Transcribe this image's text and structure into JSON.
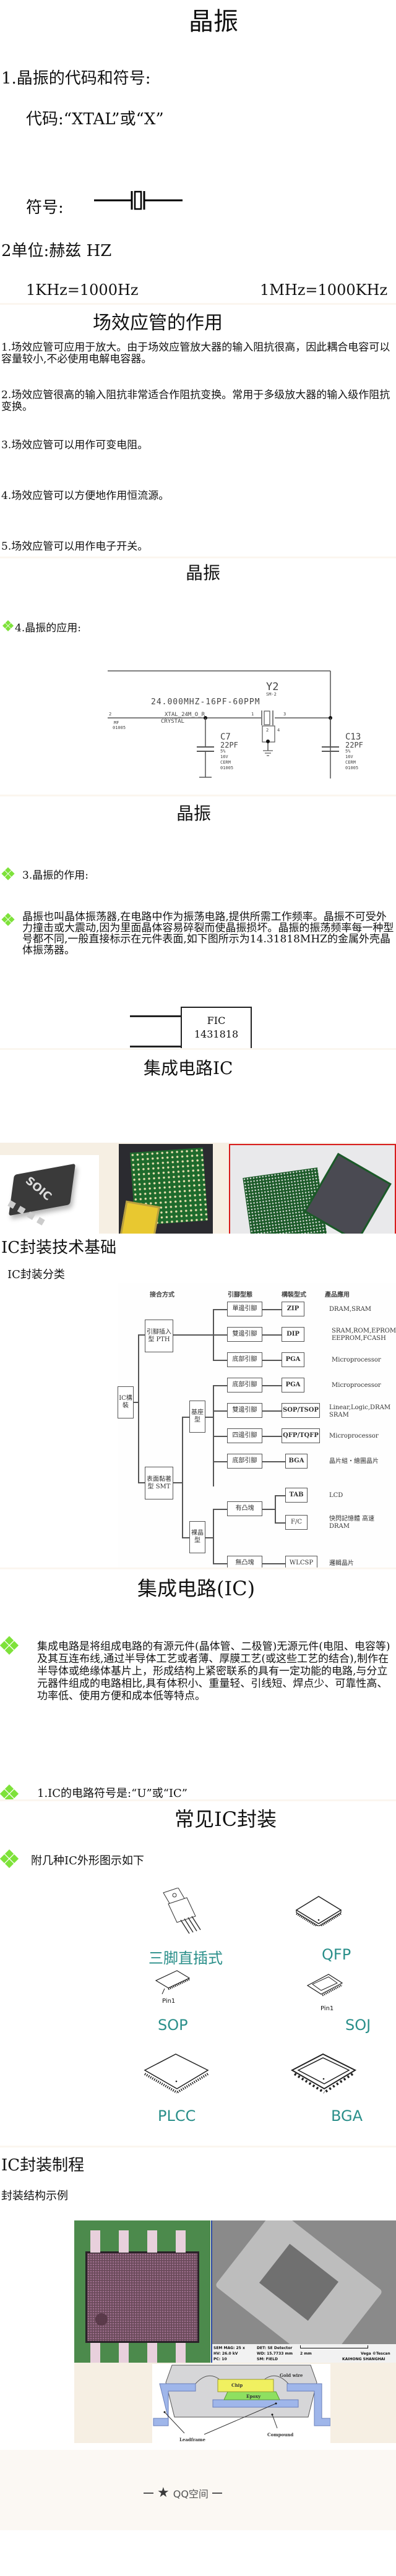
{
  "slides": {
    "crystal_intro": {
      "title": "晶振",
      "item1_heading": "1.晶振的代码和符号:",
      "code_line": "代码:“XTAL”或“X”",
      "symbol_label": "符号:",
      "unit_heading": "2单位:赫兹 HZ",
      "unit_khz": "1KHz=1000Hz",
      "unit_mhz": "1MHz=1000KHz"
    },
    "fet": {
      "title": "场效应管的作用",
      "items": [
        "1.场效应管可应用于放大。由于场效应管放大器的输入阻抗很高，因此耦合电容可以容量较小,不必使用电解电容器。",
        "2.场效应管很高的输入阻抗非常适合作阻抗变换。常用于多级放大器的输入级作阻抗变换。",
        "3.场效应管可以用作可变电阻。",
        "4.场效应管可以方便地作用恒流源。",
        "5.场效应管可以用作电子开关。"
      ]
    },
    "crystal_app": {
      "title": "晶振",
      "bullet": "4.晶振的应用:",
      "schematic": {
        "ref": "Y2",
        "package": "SM-2",
        "part": "24.000MHZ-16PF-60PPM",
        "net": "XTAL_24M_O_R",
        "type": "CRYSTAL",
        "left_pin": "2",
        "left_mf": "MF",
        "left_size": "01005",
        "pin1": "1",
        "pin3": "3",
        "pin2": "2",
        "pin4": "4",
        "caps": [
          {
            "ref": "C7",
            "value": "22PF",
            "tol": "5%",
            "volt": "16V",
            "type": "CERM",
            "size": "01005",
            "p1": "1",
            "p2": "2"
          },
          {
            "ref": "C13",
            "value": "22PF",
            "tol": "5%",
            "volt": "16V",
            "type": "CERM",
            "size": "01005",
            "p1": "1",
            "p2": "2"
          }
        ]
      }
    },
    "crystal_role": {
      "title": "晶振",
      "bullet1": "3.晶振的作用:",
      "bullet2": "晶振也叫晶体振荡器,在电路中作为振荡电路,提供所需工作频率。晶振不可受外力撞击或大震动,因为里面晶体容易碎裂而使晶振损坏。晶振的振荡频率每一种型号都不同,一般直接标示在元件表面,如下图所示为14.31818MHZ的金属外壳晶体振荡器。",
      "component_line1": "FIC",
      "component_line2": "1431818"
    },
    "ic_photos": {
      "title": "集成电路IC",
      "photo_labels": [
        "SOIC"
      ]
    },
    "ic_pkg_basics": {
      "title": "IC封装技术基础",
      "subtitle": "IC封装分类",
      "headers": [
        "接合方式",
        "引腳型態",
        "構裝型式",
        "產品應用"
      ],
      "root": "IC構裝",
      "pth": "引腳插入型 PTH",
      "smt": "表面黏著型 SMT",
      "base_type": "基座型",
      "bare_type": "裸晶型",
      "rows": [
        {
          "pin": "單邊引腳",
          "pkg": "ZIP",
          "app": "DRAM,SRAM"
        },
        {
          "pin": "雙邊引腳",
          "pkg": "DIP",
          "app": "SRAM,ROM,EPROM EEPROM,FCASH"
        },
        {
          "pin": "底部引腳",
          "pkg": "PGA",
          "app": "Microprocessor"
        },
        {
          "pin": "底部引腳",
          "pkg": "PGA",
          "app": "Microprocessor"
        },
        {
          "pin": "雙邊引腳",
          "pkg": "SOP/TSOP",
          "app": "Linear,Logic,DRAM SRAM"
        },
        {
          "pin": "四邊引腳",
          "pkg": "QFP/TQFP",
          "app": "Microprocessor"
        },
        {
          "pin": "底部引腳",
          "pkg": "BGA",
          "app": "晶片組・繪圖晶片"
        },
        {
          "pin": "有凸塊",
          "pkg": "TAB",
          "app": "LCD"
        },
        {
          "pin": "",
          "pkg": "F/C",
          "app": "快閃記憶體 高速 DRAM"
        },
        {
          "pin": "無凸塊",
          "pkg": "WLCSP",
          "app": "邏輯晶片"
        }
      ]
    },
    "ic_def": {
      "title": "集成电路(IC)",
      "body": "集成电路是将组成电路的有源元件(晶体管、二极管)无源元件(电阻、电容等)及其互连布线,通过半导体工艺或者薄、厚膜工艺(或这些工艺的结合),制作在半导体或绝缘体基片上，形成结构上紧密联系的具有一定功能的电路,与分立元器件组成的电路相比,具有体积小、重量轻、引线短、焊点少、可靠性高、功率低、使用方便和成本低等特点。",
      "bullet2": "1.IC的电路符号是:“U”或“IC”"
    },
    "common_pkgs": {
      "title": "常见IC封装",
      "bullet": "附几种IC外形图示如下",
      "packages": [
        "三脚直插式",
        "QFP",
        "SOP",
        "SOJ",
        "PLCC",
        "BGA"
      ],
      "pin1_label": "Pin1"
    },
    "ic_process": {
      "title": "IC封装制程",
      "subtitle": "封装结构示例",
      "sem": {
        "mag": "SEM MAG: 25 x",
        "hv": "HV:   26.0 kV",
        "pc": "PC:   10",
        "det": "DET: SE Detector",
        "wd": "WD: 15.7733 mm",
        "sm": "SM: FIELD",
        "scale": "2 mm",
        "brand": "Vega ©Tescan",
        "loc": "KAIHONG  SHANGHAI"
      },
      "cross_section": {
        "gold_wire": "Gold wire",
        "chip": "Chip",
        "epoxy": "Epoxy",
        "leadframe": "Leadframe",
        "compound": "Compound"
      }
    }
  },
  "footer": {
    "brand": "QQ空间"
  }
}
